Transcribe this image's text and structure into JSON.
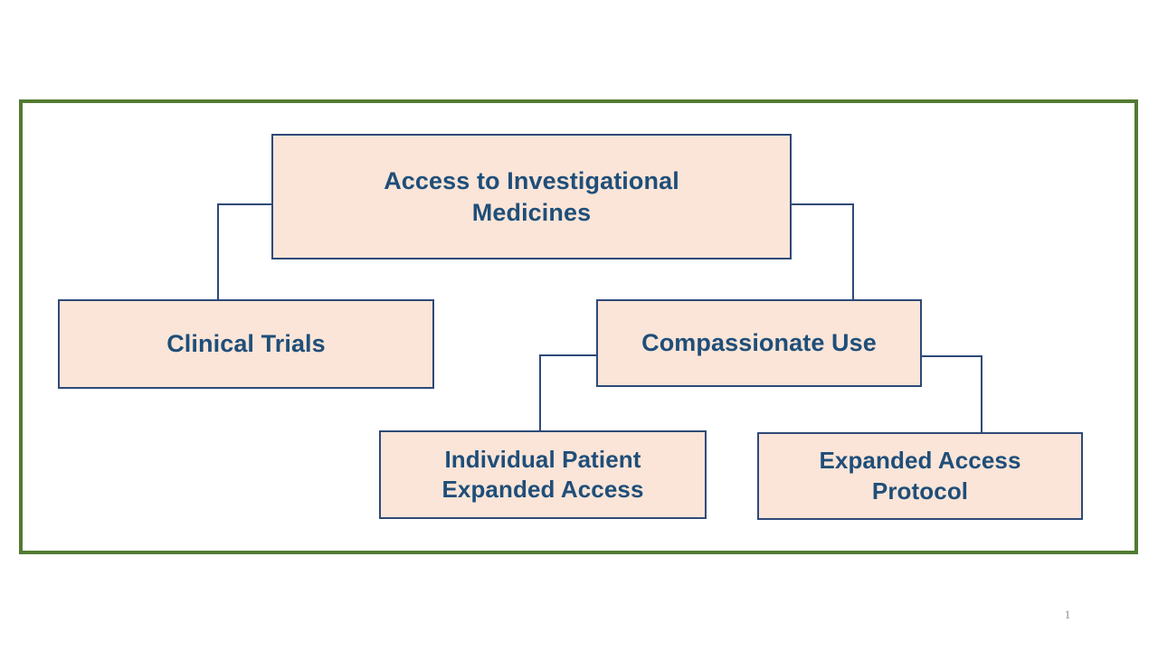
{
  "slide": {
    "page_number": "1",
    "frame_color": "#517B31",
    "node_fill": "#FAE5D8",
    "node_border": "#2E4A78",
    "node_text_color": "#1F4E79",
    "connector_color": "#2E4A78",
    "background": "#FFFFFF"
  },
  "chart_data": {
    "type": "diagram",
    "title": "Access to Investigational Medicines",
    "nodes": [
      {
        "id": "root",
        "label": "Access to Investigational Medicines",
        "level": 0
      },
      {
        "id": "clinical_trials",
        "label": "Clinical Trials",
        "level": 1
      },
      {
        "id": "compassionate_use",
        "label": "Compassionate Use",
        "level": 1
      },
      {
        "id": "individual_patient_expanded_access",
        "label": "Individual Patient Expanded Access",
        "level": 2
      },
      {
        "id": "expanded_access_protocol",
        "label": "Expanded Access Protocol",
        "level": 2
      }
    ],
    "edges": [
      {
        "from": "root",
        "to": "clinical_trials"
      },
      {
        "from": "root",
        "to": "compassionate_use"
      },
      {
        "from": "compassionate_use",
        "to": "individual_patient_expanded_access"
      },
      {
        "from": "compassionate_use",
        "to": "expanded_access_protocol"
      }
    ]
  },
  "nodes": {
    "root": {
      "line1": "Access to Investigational",
      "line2": "Medicines"
    },
    "clinical_trials": {
      "label": "Clinical Trials"
    },
    "compassionate_use": {
      "label": "Compassionate Use"
    },
    "individual_patient": {
      "line1": "Individual Patient",
      "line2": "Expanded Access"
    },
    "expanded_access_protocol": {
      "line1": "Expanded Access",
      "line2": "Protocol"
    }
  }
}
